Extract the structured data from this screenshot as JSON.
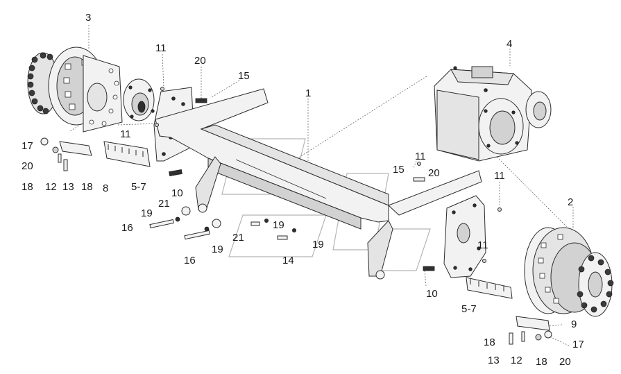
{
  "diagram": {
    "callouts": [
      {
        "id": "c3",
        "text": "3"
      },
      {
        "id": "c11a",
        "text": "11"
      },
      {
        "id": "c20a",
        "text": "20"
      },
      {
        "id": "c15a",
        "text": "15"
      },
      {
        "id": "c1",
        "text": "1"
      },
      {
        "id": "c4",
        "text": "4"
      },
      {
        "id": "c11b",
        "text": "11"
      },
      {
        "id": "c17a",
        "text": "17"
      },
      {
        "id": "c20b",
        "text": "20"
      },
      {
        "id": "c18a",
        "text": "18"
      },
      {
        "id": "c12a",
        "text": "12"
      },
      {
        "id": "c13a",
        "text": "13"
      },
      {
        "id": "c18b",
        "text": "18"
      },
      {
        "id": "c8",
        "text": "8"
      },
      {
        "id": "c57a",
        "text": "5-7"
      },
      {
        "id": "c11c",
        "text": "11"
      },
      {
        "id": "c15b",
        "text": "15"
      },
      {
        "id": "c20c",
        "text": "20"
      },
      {
        "id": "c11d",
        "text": "11"
      },
      {
        "id": "c10a",
        "text": "10"
      },
      {
        "id": "c21a",
        "text": "21"
      },
      {
        "id": "c19a",
        "text": "19"
      },
      {
        "id": "c16a",
        "text": "16"
      },
      {
        "id": "c2",
        "text": "2"
      },
      {
        "id": "c19b",
        "text": "19"
      },
      {
        "id": "c21b",
        "text": "21"
      },
      {
        "id": "c19c",
        "text": "19"
      },
      {
        "id": "c16b",
        "text": "16"
      },
      {
        "id": "c19d",
        "text": "19"
      },
      {
        "id": "c14",
        "text": "14"
      },
      {
        "id": "c11e",
        "text": "11"
      },
      {
        "id": "c10b",
        "text": "10"
      },
      {
        "id": "c57b",
        "text": "5-7"
      },
      {
        "id": "c9",
        "text": "9"
      },
      {
        "id": "c18c",
        "text": "18"
      },
      {
        "id": "c17b",
        "text": "17"
      },
      {
        "id": "c13b",
        "text": "13"
      },
      {
        "id": "c12b",
        "text": "12"
      },
      {
        "id": "c18d",
        "text": "18"
      },
      {
        "id": "c20d",
        "text": "20"
      }
    ]
  }
}
